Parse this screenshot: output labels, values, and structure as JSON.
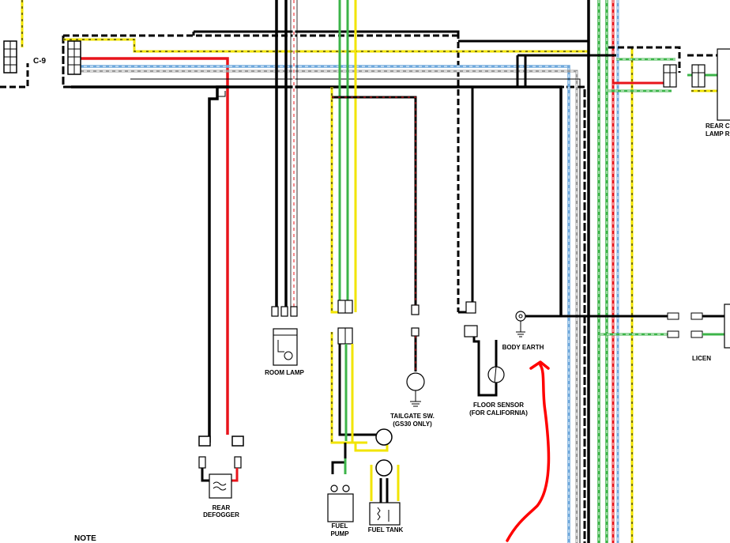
{
  "labels": {
    "connector_c9": "C-9",
    "room_lamp": "ROOM LAMP",
    "body_earth": "BODY EARTH",
    "floor_sensor_1": "FLOOR SENSOR",
    "floor_sensor_2": "(FOR CALIFORNIA)",
    "tailgate_1": "TAILGATE SW.",
    "tailgate_2": "(GS30 ONLY)",
    "rear_defogger_1": "REAR",
    "rear_defogger_2": "DEFOGGER",
    "fuel_pump_1": "FUEL",
    "fuel_pump_2": "PUMP",
    "fuel_tank_1": "FUEL TANK",
    "rear_combo_1": "REAR C",
    "rear_combo_2": "LAMP R",
    "license_partial": "LICEN",
    "note_partial": "NOTE"
  },
  "colors": {
    "black": "#000000",
    "red": "#e8141b",
    "yellow": "#f2e400",
    "green": "#3cb449",
    "blue": "#6fa8dc",
    "white": "#ffffff",
    "gray": "#9a9a9a",
    "annotation": "#ff0000"
  }
}
